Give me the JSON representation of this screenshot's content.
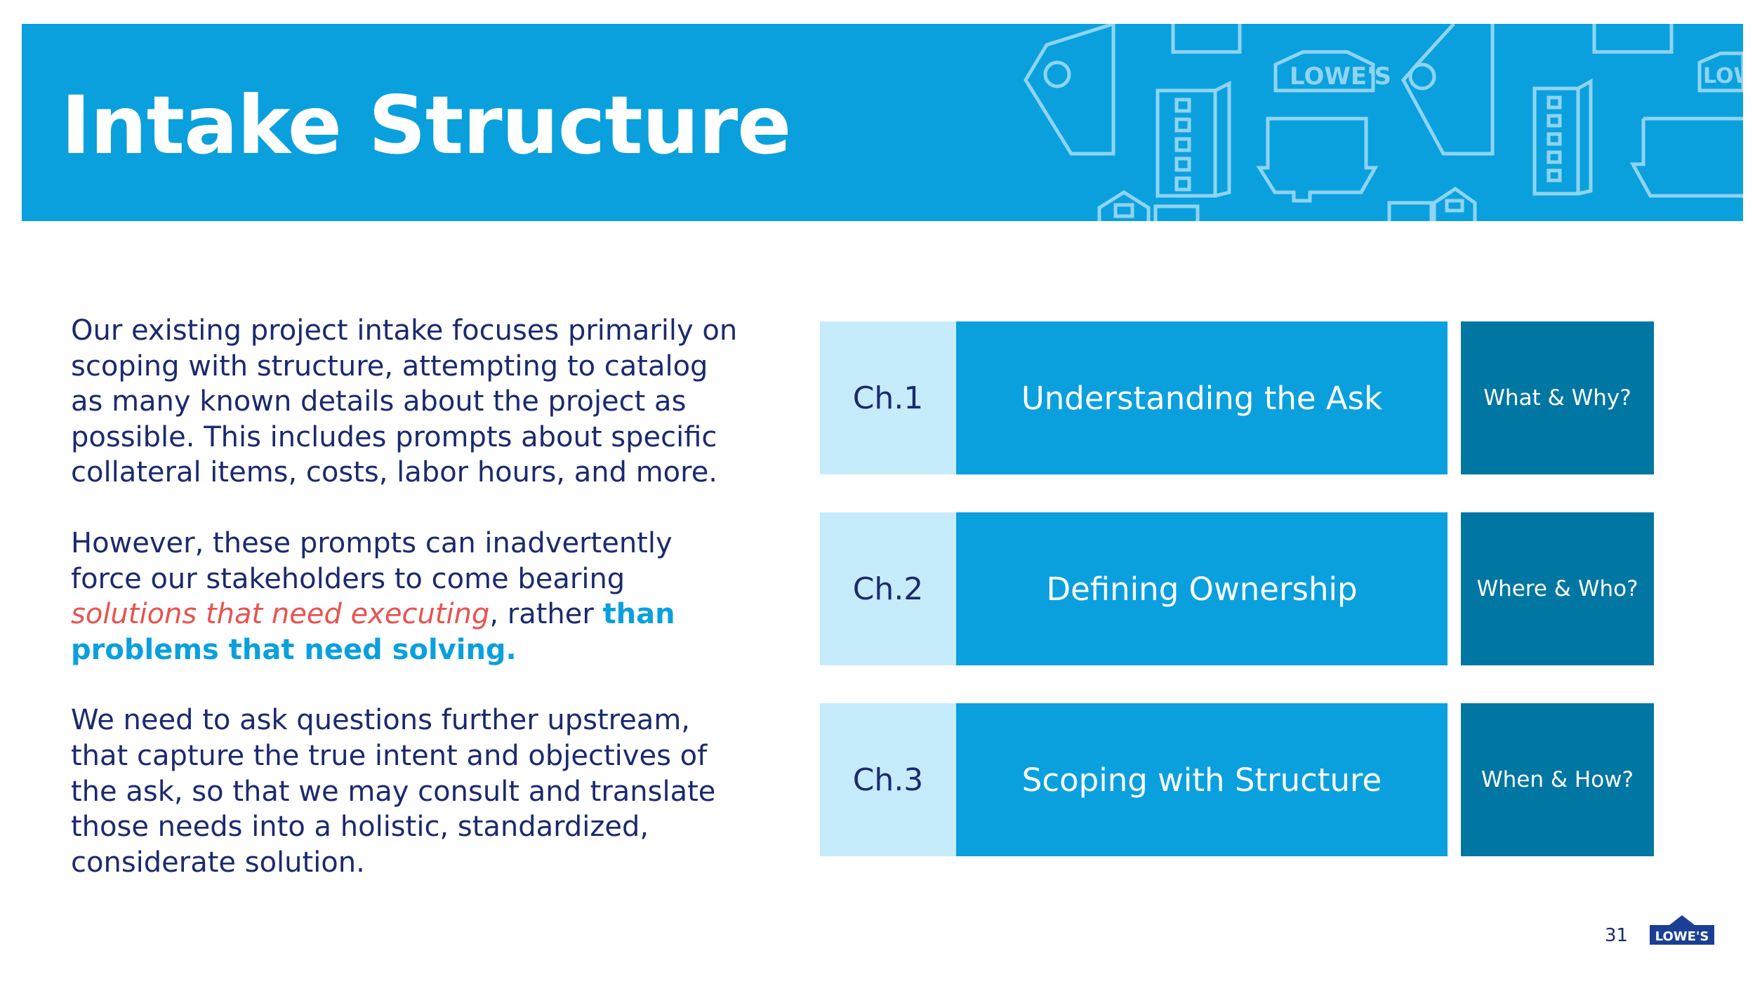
{
  "slide": {
    "title": "Intake Structure",
    "page_number": "31",
    "logo_text": "LOWE'S"
  },
  "body": {
    "paragraph1": "Our existing project intake focuses primarily on scoping with structure, attempting to catalog as many known details about the project as possible. This includes prompts about specific collateral items, costs, labor hours, and more.",
    "paragraph2_start": "However, these prompts can inadvertently force our stakeholders to come bearing ",
    "paragraph2_italic": "solutions that need executing",
    "paragraph2_mid": ", rather ",
    "paragraph2_bold": "than problems that need solving.",
    "paragraph3": "We need to ask questions further upstream, that capture the true intent and objectives of the ask, so that we may consult and translate those needs into a holistic, standardized, considerate solution."
  },
  "chapters": [
    {
      "number": "Ch.1",
      "title": "Understanding the Ask",
      "question": "What & Why?"
    },
    {
      "number": "Ch.2",
      "title": "Defining Ownership",
      "question": "Where & Who?"
    },
    {
      "number": "Ch.3",
      "title": "Scoping with Structure",
      "question": "When & How?"
    }
  ],
  "colors": {
    "brand_blue": "#0aa0dd",
    "light_blue": "#c6ecfb",
    "dark_blue": "#0076a3",
    "navy_text": "#1b2a6e",
    "highlight_red": "#e8534f"
  }
}
